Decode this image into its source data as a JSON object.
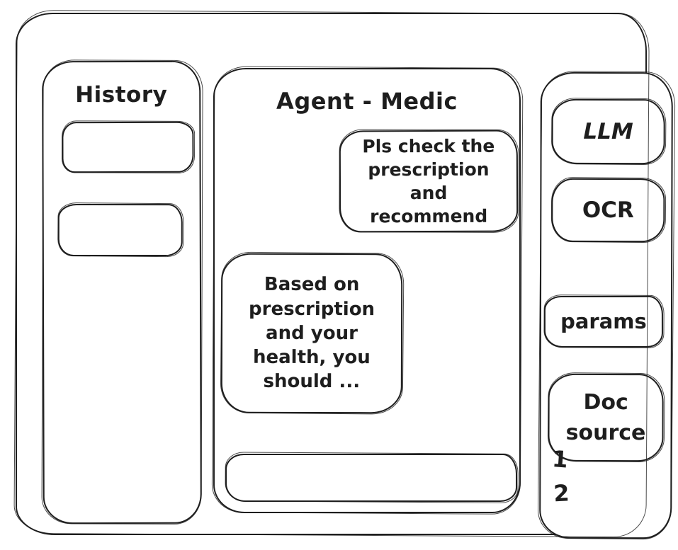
{
  "window": {
    "background": "#ffffff",
    "ink": "#1e1e1e"
  },
  "history_panel": {
    "title": "History",
    "items": [
      "",
      ""
    ]
  },
  "chat_panel": {
    "title": "Agent - Medic",
    "messages": [
      {
        "role": "user",
        "text": "Pls check the prescription and recommend"
      },
      {
        "role": "assistant",
        "text": "Based on prescription and your health, you should ..."
      }
    ],
    "input": {
      "value": "",
      "placeholder": ""
    }
  },
  "tools_panel": {
    "buttons": [
      {
        "label": "LLM"
      },
      {
        "label": "OCR"
      },
      {
        "label": "params"
      },
      {
        "label": "Doc source"
      }
    ],
    "doc_sources": [
      {
        "label": "1"
      },
      {
        "label": "2"
      }
    ]
  }
}
